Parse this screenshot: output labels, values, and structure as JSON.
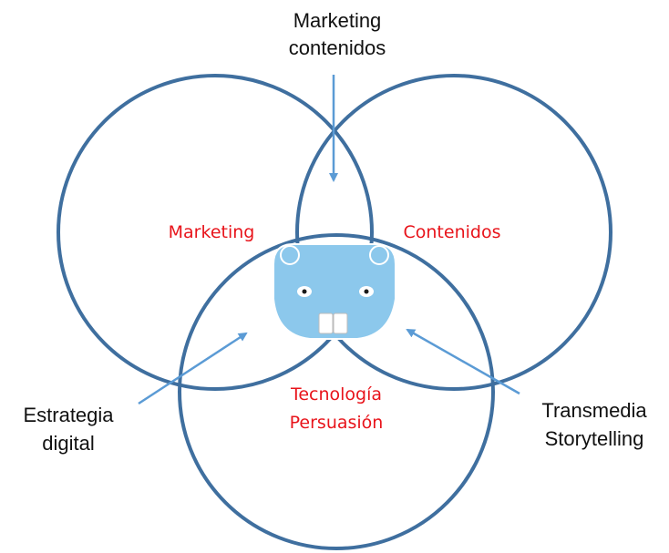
{
  "colors": {
    "circle_stroke": "#3f6f9f",
    "arrow": "#5b9bd5",
    "inner_label": "#e8141b",
    "outer_label": "#111111",
    "mascot_fill": "#8cc8ec"
  },
  "circles": [
    {
      "name": "marketing",
      "label": "Marketing"
    },
    {
      "name": "contenidos",
      "label": "Contenidos"
    },
    {
      "name": "tecnologia",
      "label_line1": "Tecnología",
      "label_line2": "Persuasión"
    }
  ],
  "callouts": {
    "top": {
      "line1": "Marketing",
      "line2": "contenidos"
    },
    "left": {
      "line1": "Estrategia",
      "line2": "digital"
    },
    "right": {
      "line1": "Transmedia",
      "line2": "Storytelling"
    }
  },
  "center_icon": "beaver-face-icon"
}
